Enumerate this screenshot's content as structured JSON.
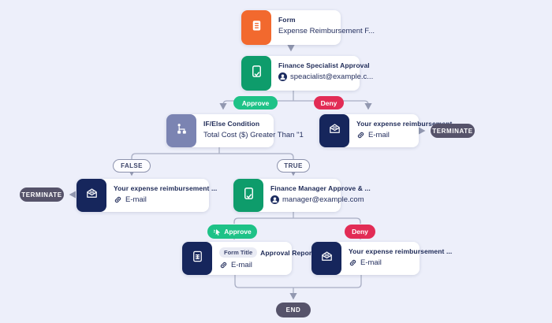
{
  "app": {
    "background": "#EDEFFA"
  },
  "colors": {
    "approve_pill": "#1EC287",
    "deny_pill": "#E22C55",
    "terminate_pill": "#56536A",
    "form_icon": "#F2692E",
    "approval_icon": "#0E9C6B",
    "condition_icon": "#7B84B2",
    "email_icon": "#16265C",
    "connector": "#A9AEC4"
  },
  "nodes": {
    "form": {
      "title": "Form",
      "subtitle": "Expense Reimbursement F..."
    },
    "specialist": {
      "title": "Finance Specialist Approval",
      "email": "speacialist@example.c..."
    },
    "ifelse": {
      "title": "IF/Else Condition",
      "condition": "Total Cost ($) Greater Than \"1"
    },
    "deny_email_top": {
      "title": "Your expense reimbursement ...",
      "channel": "E-mail"
    },
    "false_email": {
      "title": "Your expense reimbursement ...",
      "channel": "E-mail"
    },
    "manager": {
      "title": "Finance Manager Approve & ...",
      "email": "manager@example.com"
    },
    "approval_report": {
      "badge": "Form Title",
      "title": "Approval Report",
      "channel": "E-mail"
    },
    "deny_email_bottom": {
      "title": "Your expense reimbursement ...",
      "channel": "E-mail"
    }
  },
  "labels": {
    "approve_top": "Approve",
    "deny_top": "Deny",
    "false": "FALSE",
    "true": "TRUE",
    "approve_bottom": "Approve",
    "deny_bottom": "Deny",
    "terminate_top": "TERMINATE",
    "terminate_left": "TERMINATE",
    "end": "END"
  }
}
